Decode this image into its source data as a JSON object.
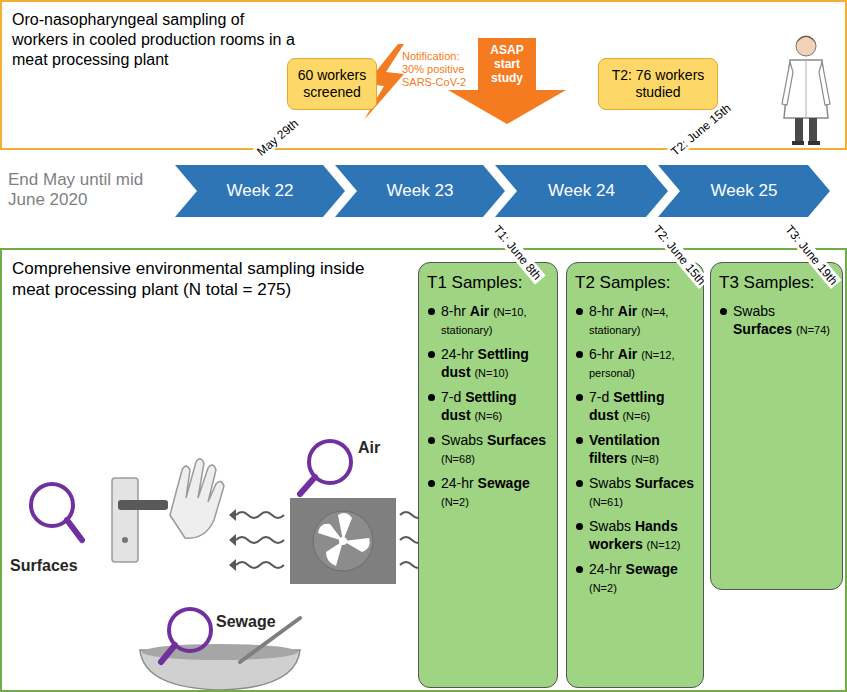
{
  "diagram": {
    "nodes": [
      {
        "text": [
          "Oro-nasopharyngeal sampling of workers in cooled production rooms in a meat processing plant"
        ]
      },
      {
        "text": [
          "60 workers screened"
        ],
        "in": 0
      },
      {
        "text": [
          "ASAP start study"
        ],
        "in": 0
      },
      {
        "text": [
          "T2: 76 workers studied"
        ],
        "in": 0
      },
      {
        "text": [
          "Week 22"
        ]
      },
      {
        "text": [
          "Week 23"
        ]
      },
      {
        "text": [
          "Week 24"
        ]
      },
      {
        "text": [
          "Week 25"
        ]
      },
      {
        "text": [
          "Comprehensive environmental sampling inside meat processing plant (N total = 275)"
        ]
      },
      {
        "text": [
          "T1 Samples:",
          "8-hr",
          "Air",
          "(N=10, stationary)",
          "24-hr",
          "Settling dust",
          "(N=10)",
          "7-d",
          "Settling dust",
          "(N=6)",
          "Swabs",
          "Surfaces",
          "(N=68)",
          "24-hr",
          "Sewage",
          "(N=2)"
        ],
        "in": 8
      },
      {
        "text": [
          "T2 Samples:",
          "8-hr",
          "Air",
          "(N=4, stationary)",
          "6-hr",
          "Air",
          "(N=12, personal)",
          "7-d",
          "Settling dust",
          "(N=6)",
          "Ventilation filters",
          "(N=8)",
          "Swabs",
          "Surfaces",
          "(N=61)",
          "Swabs",
          "Hands workers",
          "(N=12)",
          "24-hr",
          "Sewage",
          "(N=2)"
        ],
        "in": 8
      },
      {
        "text": [
          "T3 Samples:",
          "Swabs",
          "Surfaces",
          "(N=74)"
        ],
        "in": 8
      }
    ],
    "labels": [
      "Notification: 30% positive SARS-CoV-2",
      "End May until mid June 2020",
      "May 29th",
      "T2: June 15th",
      "T1: June 8th",
      "T2: June 15th",
      "T3: June 19th",
      "Surfaces",
      "Air",
      "Sewage"
    ]
  }
}
